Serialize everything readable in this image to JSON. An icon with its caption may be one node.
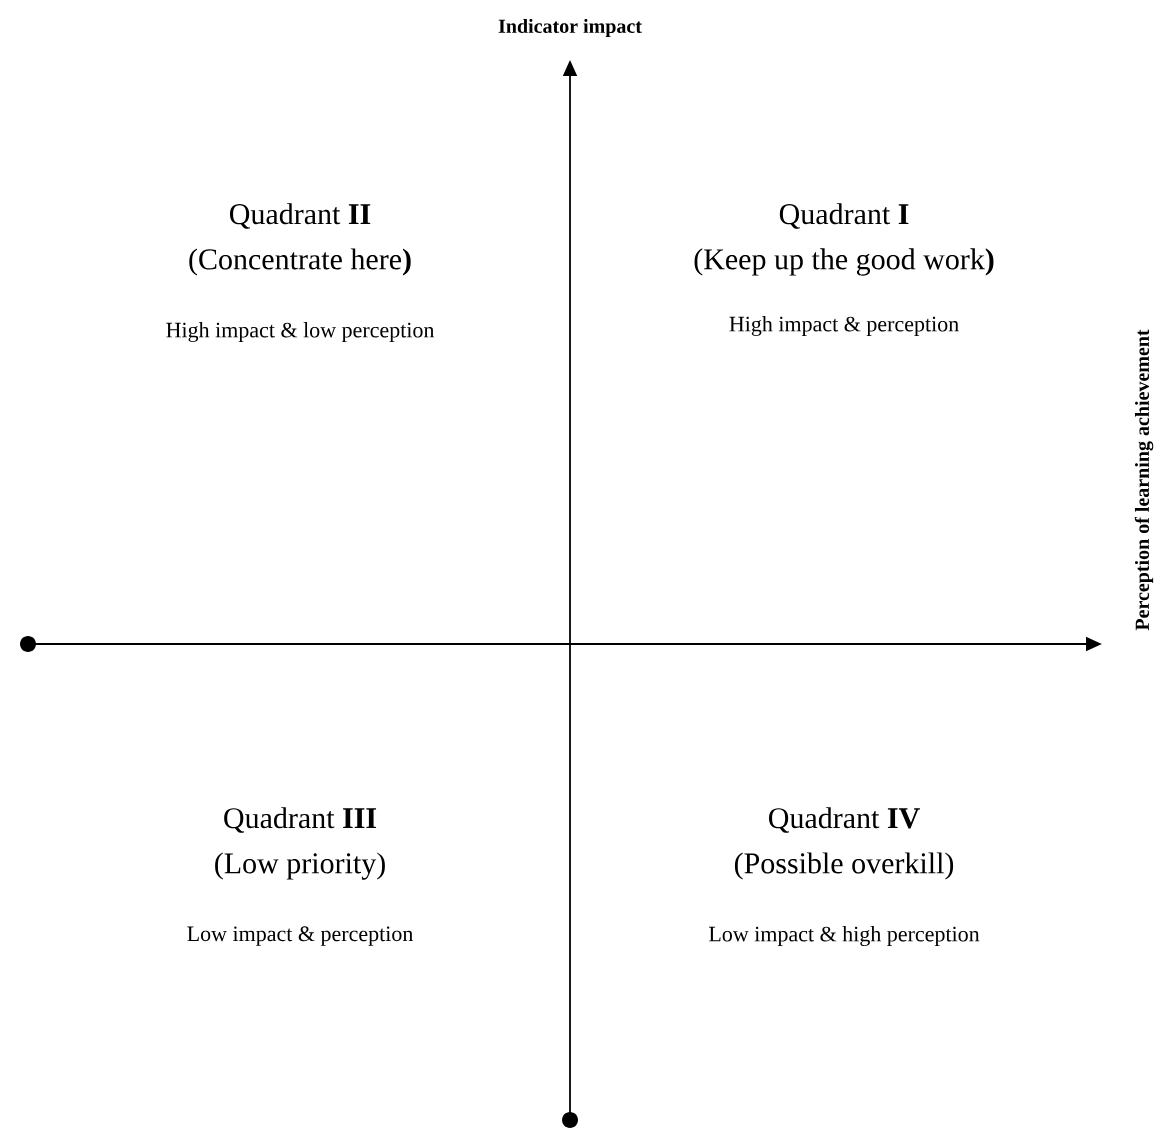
{
  "diagram": {
    "labels": [
      "Indicator impact",
      "Quadrant **II**",
      "(Concentrate here**)**",
      "High impact & low perception",
      "Quadrant **I**",
      "(Keep up the good  work**)**",
      "High impact & perception",
      "Perception of learning achievement",
      "Quadrant **III**",
      "(Low priority)",
      "Low impact & perception",
      "Quadrant **IV**",
      "(Possible overkill)",
      "Low impact & high perception"
    ]
  }
}
